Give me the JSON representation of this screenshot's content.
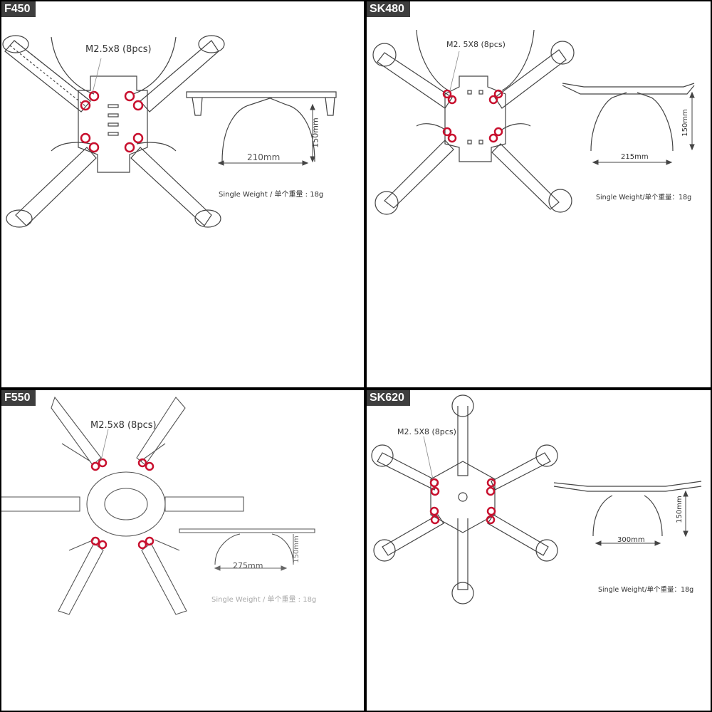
{
  "panels": {
    "f450": {
      "name": "F450",
      "screw": "M2.5x8 (8pcs)",
      "width_dim": "210mm",
      "height_dim": "150mm",
      "weight": "Single Weight / 单个重量 : 18g"
    },
    "sk480": {
      "name": "SK480",
      "screw": "M2. 5X8 (8pcs)",
      "width_dim": "215mm",
      "height_dim": "150mm",
      "weight": "Single Weight/单个重量：18g"
    },
    "f550": {
      "name": "F550",
      "screw": "M2.5x8 (8pcs)",
      "width_dim": "275mm",
      "height_dim": "150mm",
      "weight": "Single Weight / 单个重量 : 18g"
    },
    "sk620": {
      "name": "SK620",
      "screw": "M2. 5X8 (8pcs)",
      "width_dim": "300mm",
      "height_dim": "150mm",
      "weight": "Single Weight/单个重量：18g"
    }
  },
  "colors": {
    "screw_ring": "#c8102e",
    "frame_line": "#333333",
    "dim_line": "#444444",
    "tag_bg": "#3e3e3e"
  }
}
